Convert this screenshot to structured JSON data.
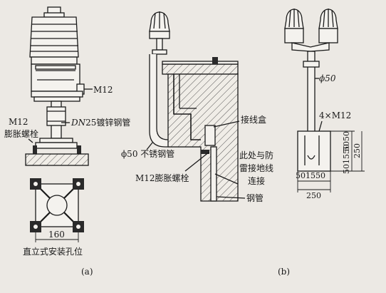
{
  "labels": {
    "m12_a": "M12",
    "m12_bolt_line1": "M12",
    "m12_bolt_line2": "膨胀螺栓",
    "pipe_dn25_prefix": "DN",
    "pipe_dn25_rest": "25镀锌钢管",
    "dim_160": "160",
    "mount_caption": "直立式安装孔位",
    "caption_a": "(a)",
    "junction_box": "接线盒",
    "pipe_phi50_ss": "ϕ50 不锈钢管",
    "m12_expansion_bolt": "M12膨胀螺栓",
    "lightning_line1": "此处与防",
    "lightning_line2": "雷接地线",
    "lightning_line3": "连接",
    "steel_pipe": "钢管",
    "phi50": "ϕ50",
    "bolts_4xm12": "4×M12",
    "dim_bottom": "501550",
    "dim_250_h": "250",
    "dim_side_1": "5050",
    "dim_side_2": "501550",
    "dim_250_v": "250",
    "caption_b": "(b)"
  },
  "colors": {
    "ink": "#1a1a1a",
    "paper": "#ece9e4"
  }
}
